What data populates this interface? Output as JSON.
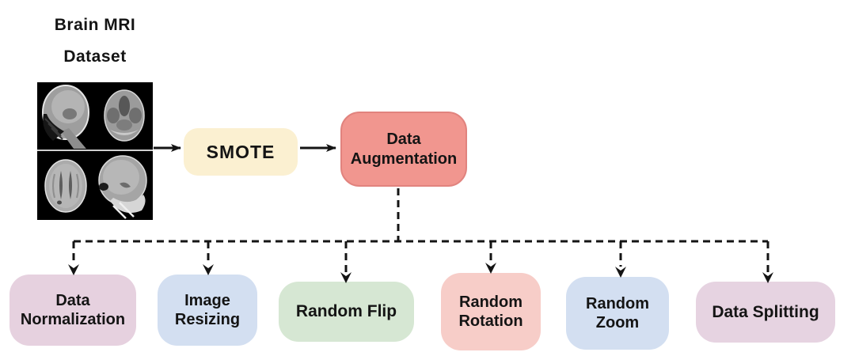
{
  "title": {
    "line1": "Brain MRI",
    "line2": "Dataset"
  },
  "pipeline": {
    "smote": {
      "label": "SMOTE",
      "fill": "#FBF0D1"
    },
    "augmentation": {
      "line1": "Data",
      "line2": "Augmentation",
      "fill": "#F1968F",
      "border": "#E1837E"
    }
  },
  "leaves": [
    {
      "lines": [
        "Data",
        "Normalization"
      ],
      "fill": "#E6D1DF"
    },
    {
      "lines": [
        "Image",
        "Resizing"
      ],
      "fill": "#D3DFF1"
    },
    {
      "lines": [
        "Random Flip"
      ],
      "fill": "#D6E7D3"
    },
    {
      "lines": [
        "Random",
        "Rotation"
      ],
      "fill": "#F7CDC8"
    },
    {
      "lines": [
        "Random",
        "Zoom"
      ],
      "fill": "#D3DFF1"
    },
    {
      "lines": [
        "Data Splitting"
      ],
      "fill": "#E6D3E1"
    }
  ],
  "connectors": {
    "solid_color": "#141414",
    "dashed_color": "#141414",
    "style": "dashed-tree"
  }
}
